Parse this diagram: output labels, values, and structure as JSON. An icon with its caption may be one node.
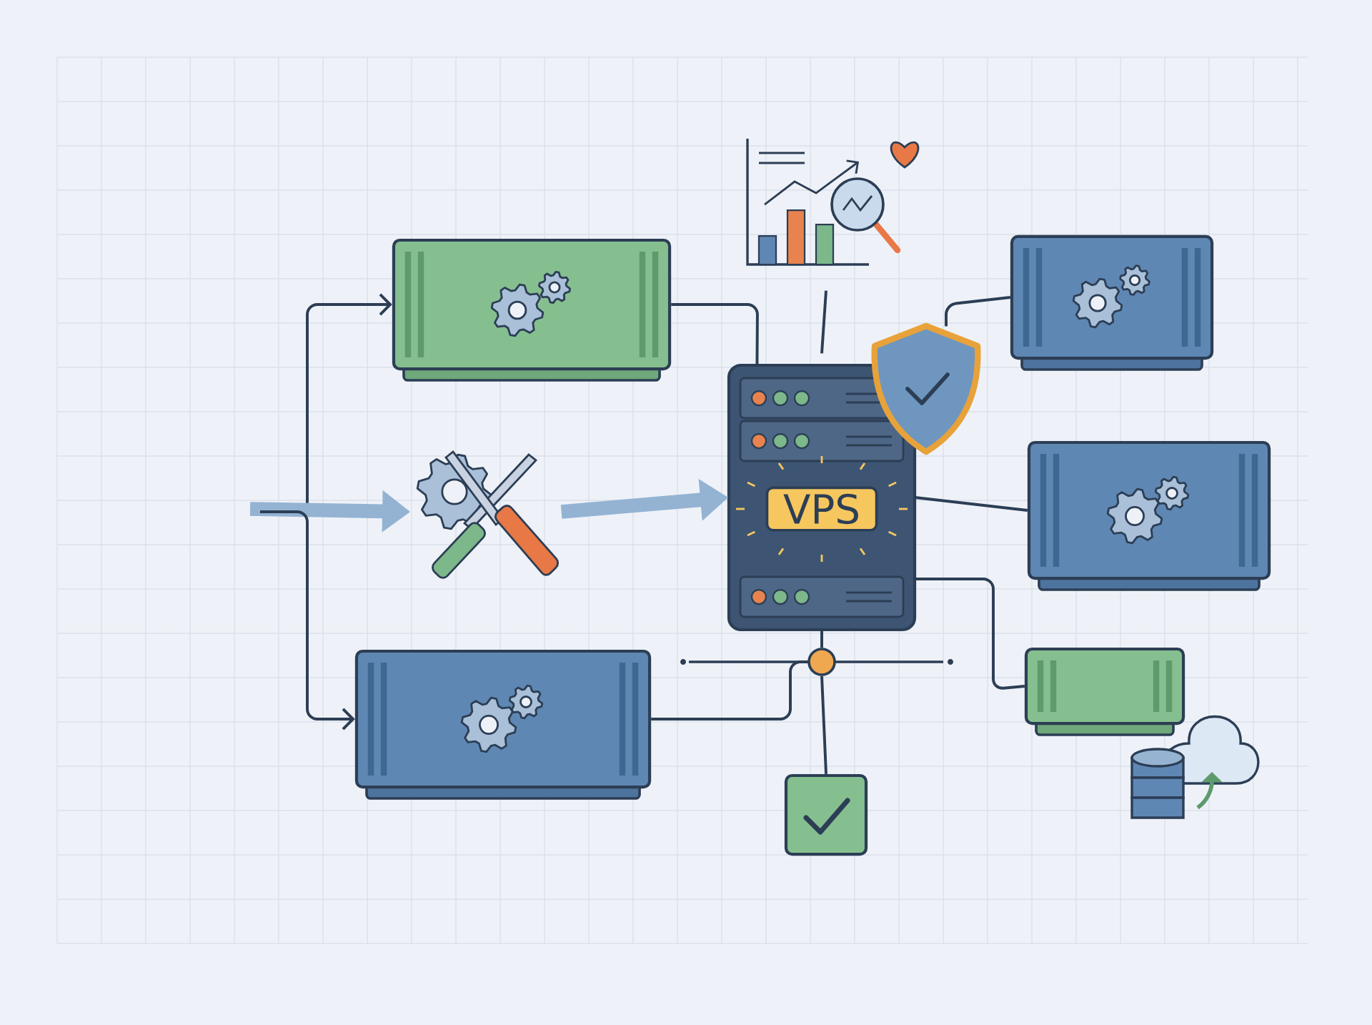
{
  "diagram": {
    "nodes": [
      {
        "text": [],
        "shape": "box"
      },
      {
        "text": [],
        "shape": "picture"
      },
      {
        "text": [],
        "shape": "box"
      },
      {
        "text": [
          "VPS"
        ]
      },
      {
        "text": [],
        "shape": "picture"
      },
      {
        "text": [],
        "shape": "picture"
      },
      {
        "text": [],
        "shape": "box"
      },
      {
        "text": [],
        "shape": "box"
      },
      {
        "text": [],
        "shape": "box"
      },
      {
        "text": [],
        "shape": "circle"
      },
      {
        "text": [],
        "shape": "box"
      }
    ],
    "edges": [
      {
        "from": null,
        "to": 0,
        "arrow": "to"
      },
      {
        "from": null,
        "to": 1,
        "arrow": "to",
        "style": "thick",
        "color": "#94b3d3"
      },
      {
        "from": null,
        "to": 2,
        "arrow": "to"
      },
      {
        "from": 1,
        "to": 3,
        "arrow": "to",
        "style": "thick",
        "color": "#94b3d3"
      },
      {
        "from": 0,
        "to": 3,
        "arrow": "none"
      },
      {
        "from": 4,
        "to": 3,
        "arrow": "none"
      },
      {
        "from": 6,
        "to": 5,
        "arrow": "none"
      },
      {
        "from": 3,
        "to": 7,
        "arrow": "none"
      },
      {
        "from": 3,
        "to": 8,
        "arrow": "none"
      },
      {
        "from": 3,
        "to": 9,
        "arrow": "none"
      },
      {
        "from": 2,
        "to": 9,
        "arrow": "none"
      },
      {
        "from": 9,
        "to": 10,
        "arrow": "none"
      }
    ]
  }
}
